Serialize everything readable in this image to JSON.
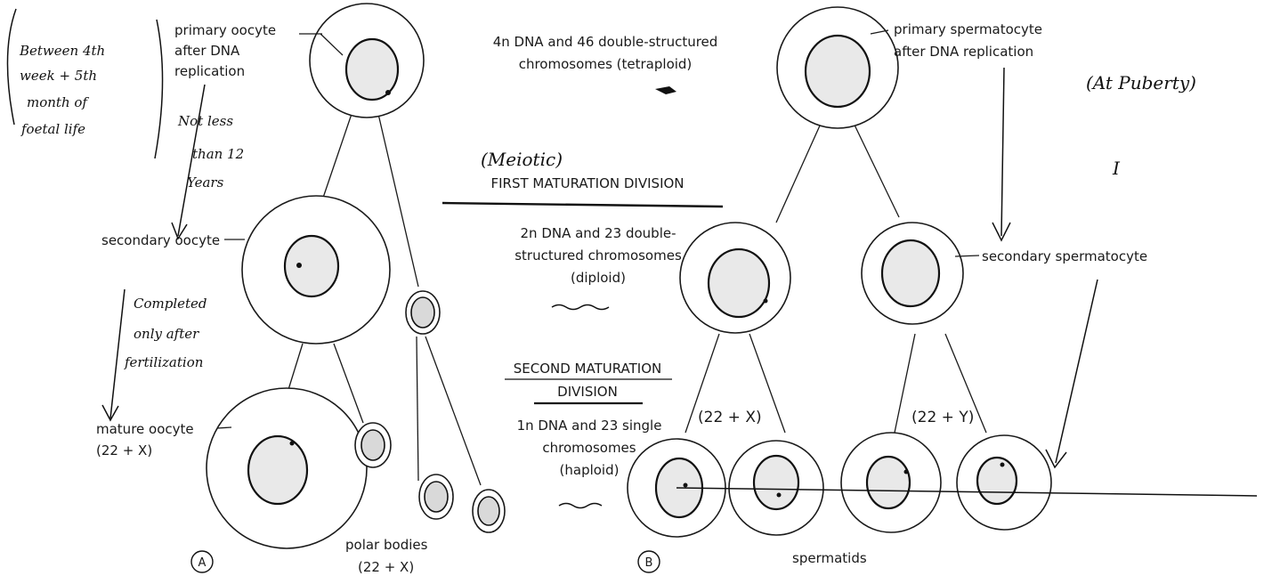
{
  "oogenesis": {
    "primary": [
      "primary oocyte",
      "after DNA",
      "replication"
    ],
    "secondary": "secondary oocyte",
    "mature": [
      "mature oocyte",
      "(22 + X)"
    ],
    "polar_bodies": [
      "polar bodies",
      "(22 + X)"
    ],
    "panel": "A"
  },
  "spermatogenesis": {
    "primary": [
      "primary spermatocyte",
      "after DNA replication"
    ],
    "secondary": "secondary spermatocyte",
    "left_pair": "(22 + X)",
    "right_pair": "(22 + Y)",
    "spermatids": "spermatids",
    "panel": "B"
  },
  "center": {
    "stage1": [
      "4n DNA and 46 double-structured",
      "chromosomes (tetraploid)"
    ],
    "first_division": "FIRST MATURATION DIVISION",
    "stage2": [
      "2n DNA and 23 double-",
      "structured chromosomes",
      "(diploid)"
    ],
    "second_division": [
      "SECOND MATURATION",
      "DIVISION"
    ],
    "stage3": [
      "1n DNA and 23 single",
      "chromosomes",
      "(haploid)"
    ]
  },
  "handwritten": {
    "timing": [
      "Between 4th",
      "week + 5th",
      "month of",
      "foetal life"
    ],
    "not_less": [
      "Not less",
      "than 12",
      "Years"
    ],
    "completed": [
      "Completed",
      "only after",
      "fertilization"
    ],
    "meiotic": "(Meiotic)",
    "puberty": "(At Puberty)",
    "mark": "I"
  }
}
